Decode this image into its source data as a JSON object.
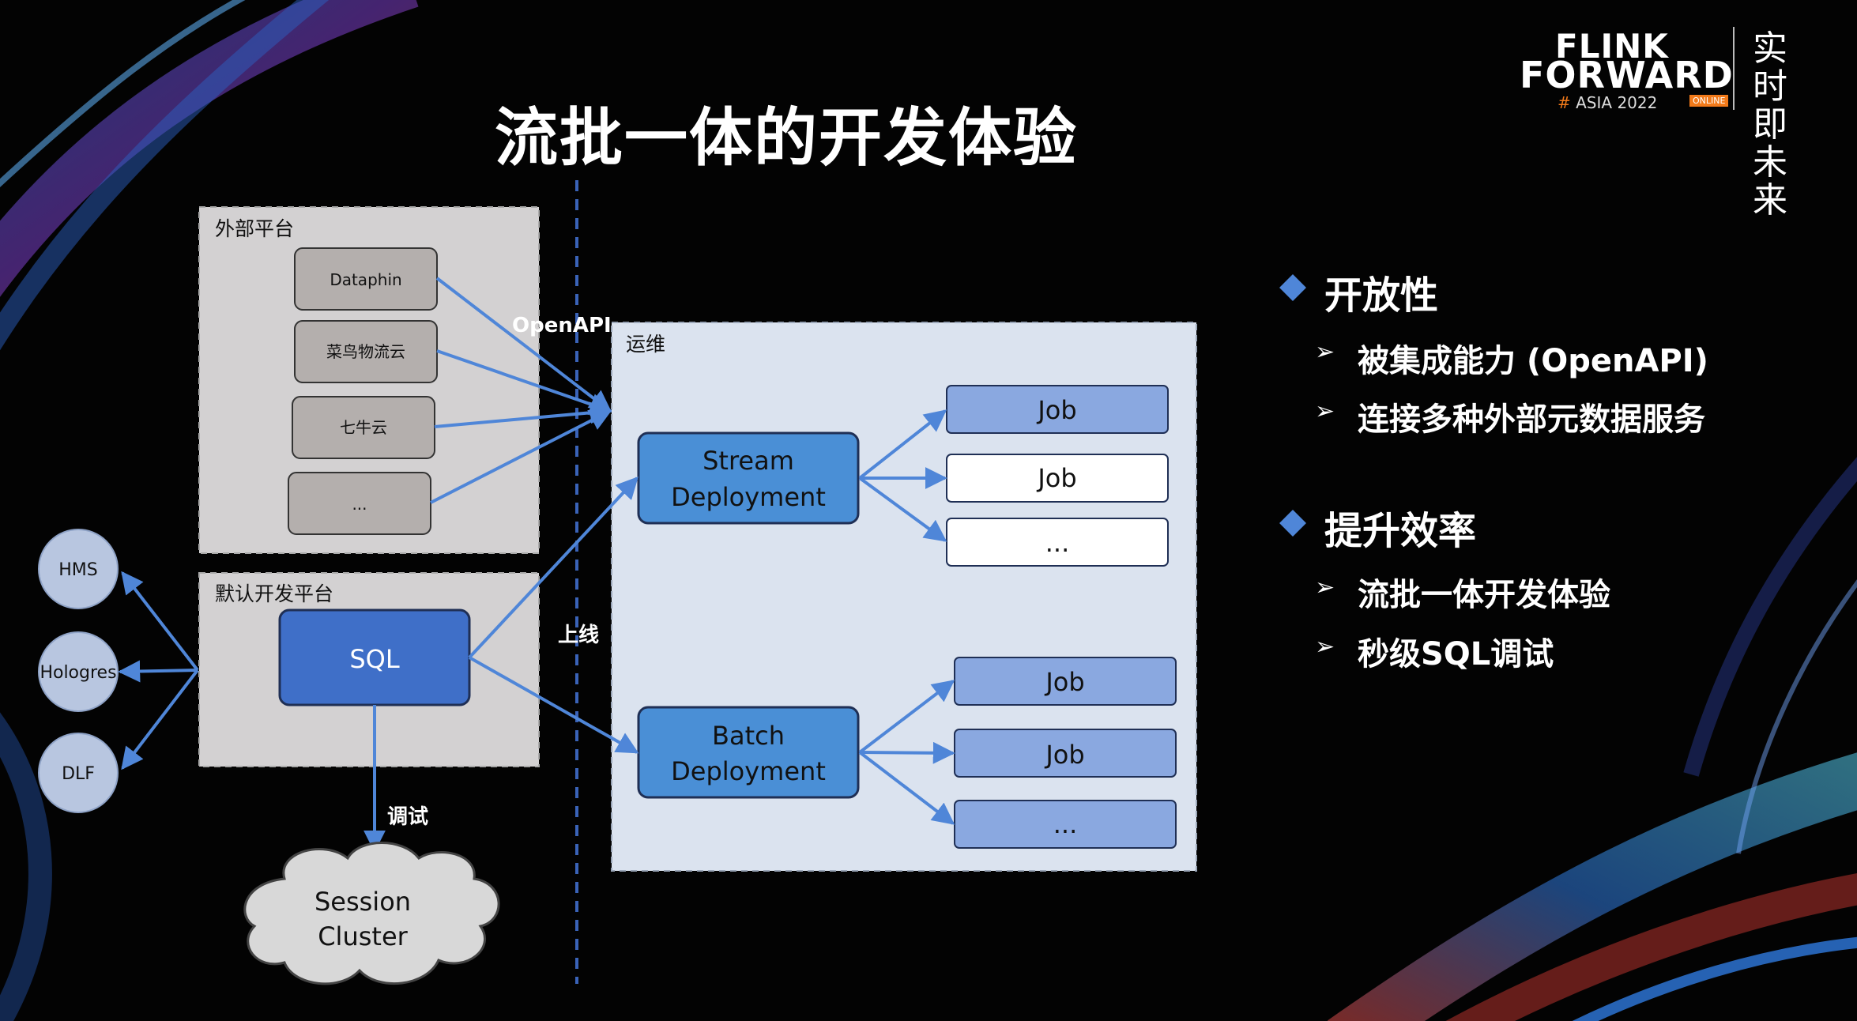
{
  "title": "流批一体的开发体验",
  "logo": {
    "line1": "FLINK",
    "line2": "FORWARD",
    "hash": "#",
    "asia": "ASIA 2022",
    "online": "ONLINE",
    "slogan": "实时即未来"
  },
  "bullets": [
    {
      "heading": "开放性",
      "items": [
        "被集成能力 (OpenAPI)",
        "连接多种外部元数据服务"
      ]
    },
    {
      "heading": "提升效率",
      "items": [
        "流批一体开发体验",
        "秒级SQL调试"
      ]
    }
  ],
  "diagram": {
    "external_platform": {
      "label": "外部平台",
      "items": [
        "Dataphin",
        "菜鸟物流云",
        "七牛云",
        "..."
      ]
    },
    "default_platform": {
      "label": "默认开发平台",
      "sql": "SQL"
    },
    "metastores": [
      "HMS",
      "Hologres",
      "DLF"
    ],
    "openapi_label": "OpenAPI",
    "online_label": "上线",
    "debug_label": "调试",
    "session_cluster": [
      "Session",
      "Cluster"
    ],
    "ops": {
      "label": "运维",
      "stream": [
        "Stream",
        "Deployment"
      ],
      "batch": [
        "Batch",
        "Deployment"
      ],
      "stream_jobs": [
        "Job",
        "Job",
        "..."
      ],
      "batch_jobs": [
        "Job",
        "Job",
        "..."
      ]
    }
  },
  "colors": {
    "accent_blue": "#4f86d8",
    "deployment_fill": "#4a8fd6",
    "sql_fill": "#3f6fc8",
    "job_fill": "#8aa8e0",
    "gray_box": "#d3d1d2",
    "ops_box": "#dbe3ef"
  }
}
